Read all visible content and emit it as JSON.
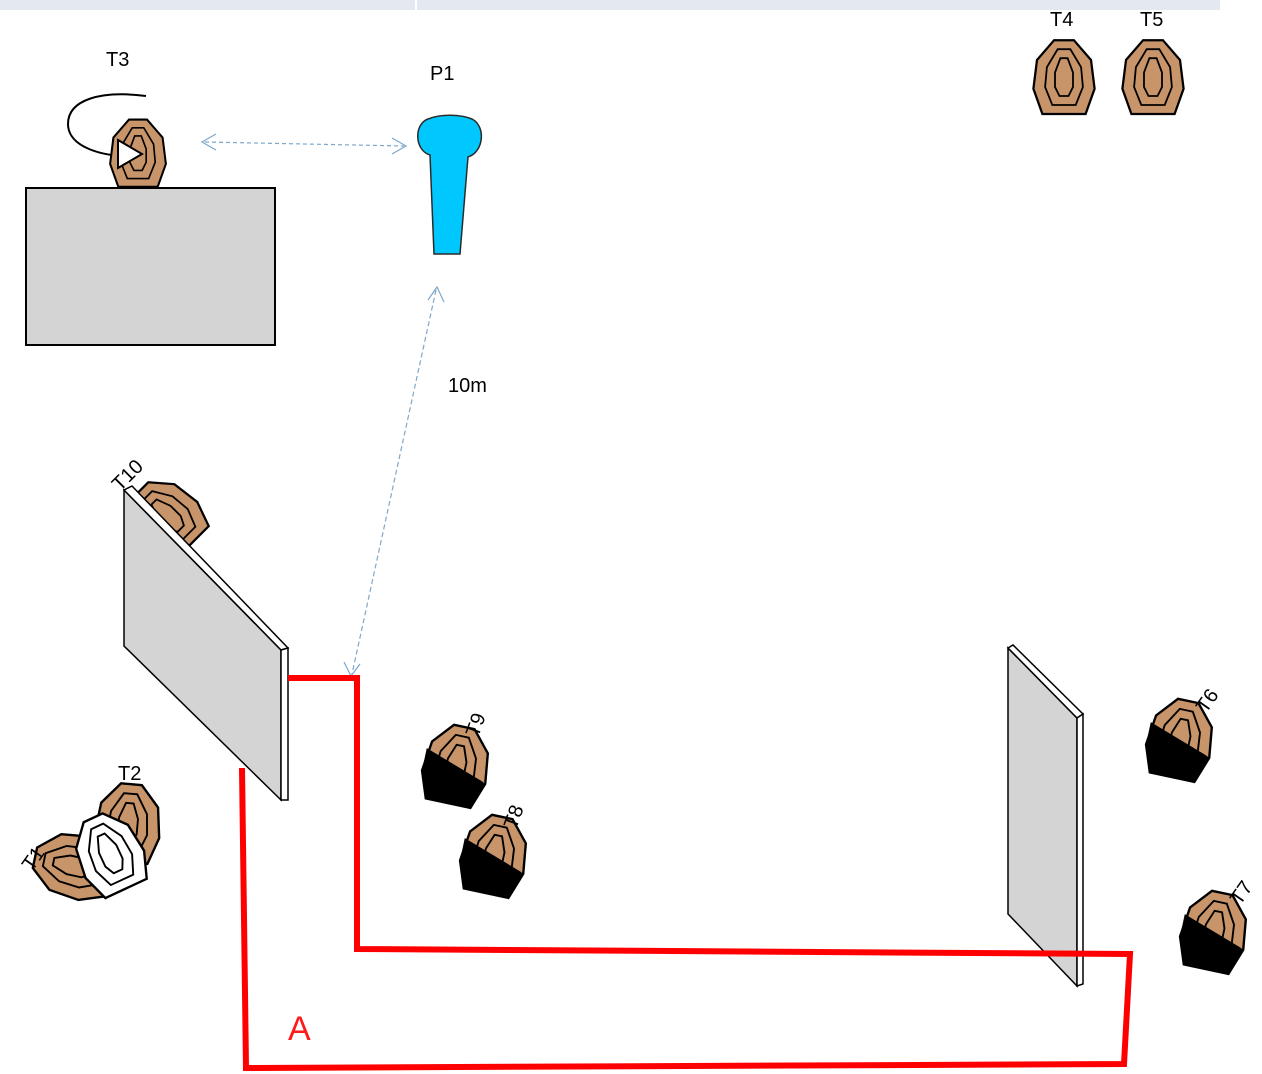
{
  "diagram": {
    "shooter": {
      "label": "P1",
      "color": "#00c8ff"
    },
    "distance_label": "10m",
    "shooting_area_label": "A",
    "targets": {
      "t1": "T1",
      "t2": "T2",
      "t3": "T3",
      "t4": "T4",
      "t5": "T5",
      "t6": "T6",
      "t7": "T7",
      "t8": "T8",
      "t9": "T9",
      "t10": "T10"
    },
    "colors": {
      "target_fill": "#c8956a",
      "no_shoot_fill": "#ffffff",
      "hard_cover": "#000000",
      "barricade_fill": "#d4d4d4",
      "fault_line": "#ff0000",
      "guide_line": "#7fa7c9"
    },
    "icons": {
      "shooter": "shooter-figure-icon",
      "target": "paper-target-icon",
      "no_shoot": "no-shoot-target-icon",
      "swinger": "rotating-arrow-icon"
    }
  }
}
